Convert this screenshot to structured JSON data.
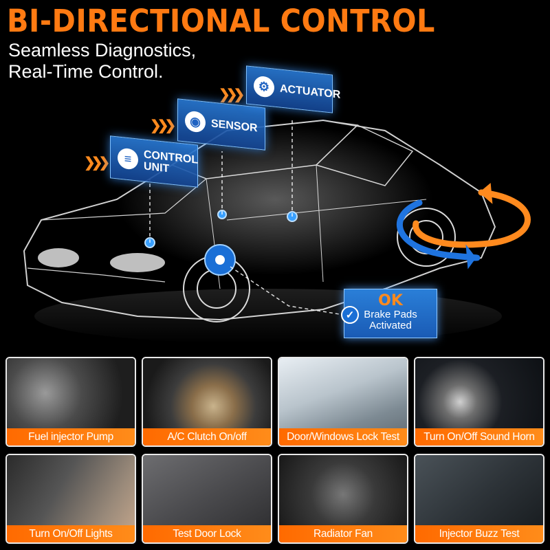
{
  "header": {
    "title": "BI-DIRECTIONAL CONTROL",
    "subtitle_line1": "Seamless Diagnostics,",
    "subtitle_line2": "Real-Time Control."
  },
  "hero": {
    "panels": {
      "control_unit": "CONTROL UNIT",
      "sensor": "SENSOR",
      "actuator": "ACTUATOR"
    },
    "status": {
      "ok": "OK",
      "line1": "Brake Pads",
      "line2": "Activated"
    }
  },
  "features": [
    {
      "label": "Fuel injector Pump"
    },
    {
      "label": "A/C Clutch On/off"
    },
    {
      "label": "Door/Windows Lock Test"
    },
    {
      "label": "Turn On/Off Sound Horn"
    },
    {
      "label": "Turn On/Off Lights"
    },
    {
      "label": "Test Door Lock"
    },
    {
      "label": "Radiator Fan"
    },
    {
      "label": "Injector Buzz Test"
    }
  ],
  "colors": {
    "accent": "#ff7a12",
    "panel_blue": "#1e62c2",
    "background": "#000000"
  },
  "icons": [
    "control-unit-icon",
    "sensor-icon",
    "actuator-gear-icon",
    "checkmark-icon",
    "rotation-arrows-icon"
  ]
}
